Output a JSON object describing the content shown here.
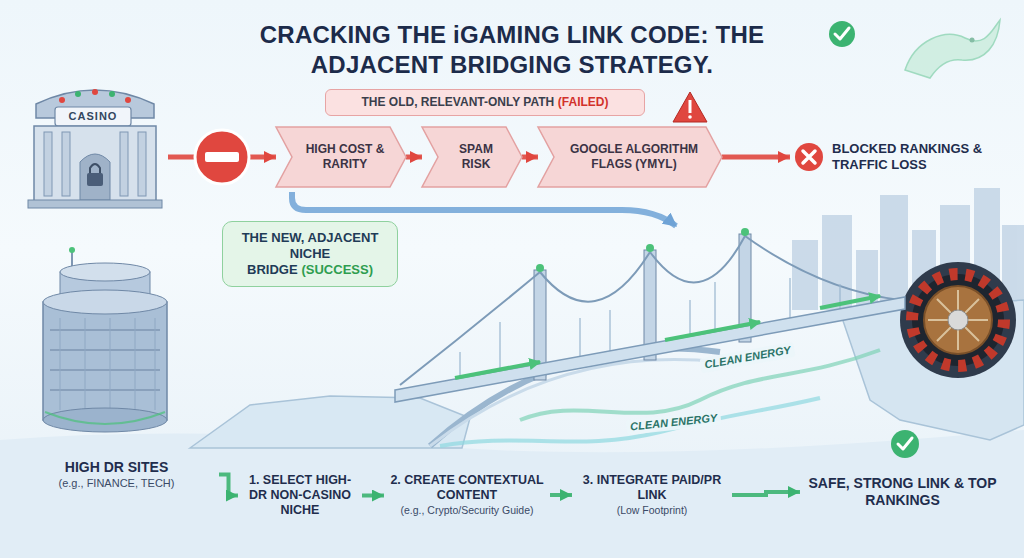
{
  "diagram": {
    "title": "CRACKING THE iGAMING LINK CODE: THE ADJACENT BRIDGING STRATEGY.",
    "nodes": [
      {
        "text": [
          "CASINO"
        ]
      },
      {
        "text": [
          "THE OLD, RELEVANT-ONLY PATH",
          "(FAILED)"
        ]
      },
      {
        "text": [
          "HIGH COST & RARITY"
        ]
      },
      {
        "text": [
          "SPAM RISK"
        ]
      },
      {
        "text": [
          "GOOGLE ALGORITHM FLAGS (YMYL)"
        ]
      },
      {
        "text": [
          "BLOCKED RANKINGS & TRAFFIC LOSS"
        ]
      },
      {
        "text": [
          "THE NEW, ADJACENT NICHE BRIDGE",
          "(SUCCESS)"
        ]
      },
      {
        "text": [
          "HIGH DR SITES",
          "(e.g., FINANCE, TECH)"
        ]
      },
      {
        "text": [
          "1. SELECT HIGH-DR NON-CASINO NICHE"
        ]
      },
      {
        "text": [
          "2. CREATE CONTEXTUAL CONTENT",
          "(e.g., Crypto/Security Guide)"
        ]
      },
      {
        "text": [
          "3. INTEGRATE PAID/PR LINK",
          "(Low Footprint)"
        ]
      },
      {
        "text": [
          "SAFE, STRONG LINK & TOP RANKINGS"
        ]
      }
    ],
    "edges": [
      {
        "from": 0,
        "to": 2,
        "arrow": "to"
      },
      {
        "from": 2,
        "to": 3,
        "arrow": "to"
      },
      {
        "from": 3,
        "to": 4,
        "arrow": "to"
      },
      {
        "from": 4,
        "to": 5,
        "arrow": "to"
      },
      {
        "from": 7,
        "to": 8,
        "arrow": "to"
      },
      {
        "from": 8,
        "to": 9,
        "arrow": "to"
      },
      {
        "from": 9,
        "to": 10,
        "arrow": "to"
      },
      {
        "from": 10,
        "to": 11,
        "arrow": "to"
      }
    ],
    "labels": [
      "CLEAN ENERGY",
      "CLEAN ENERGY"
    ]
  }
}
